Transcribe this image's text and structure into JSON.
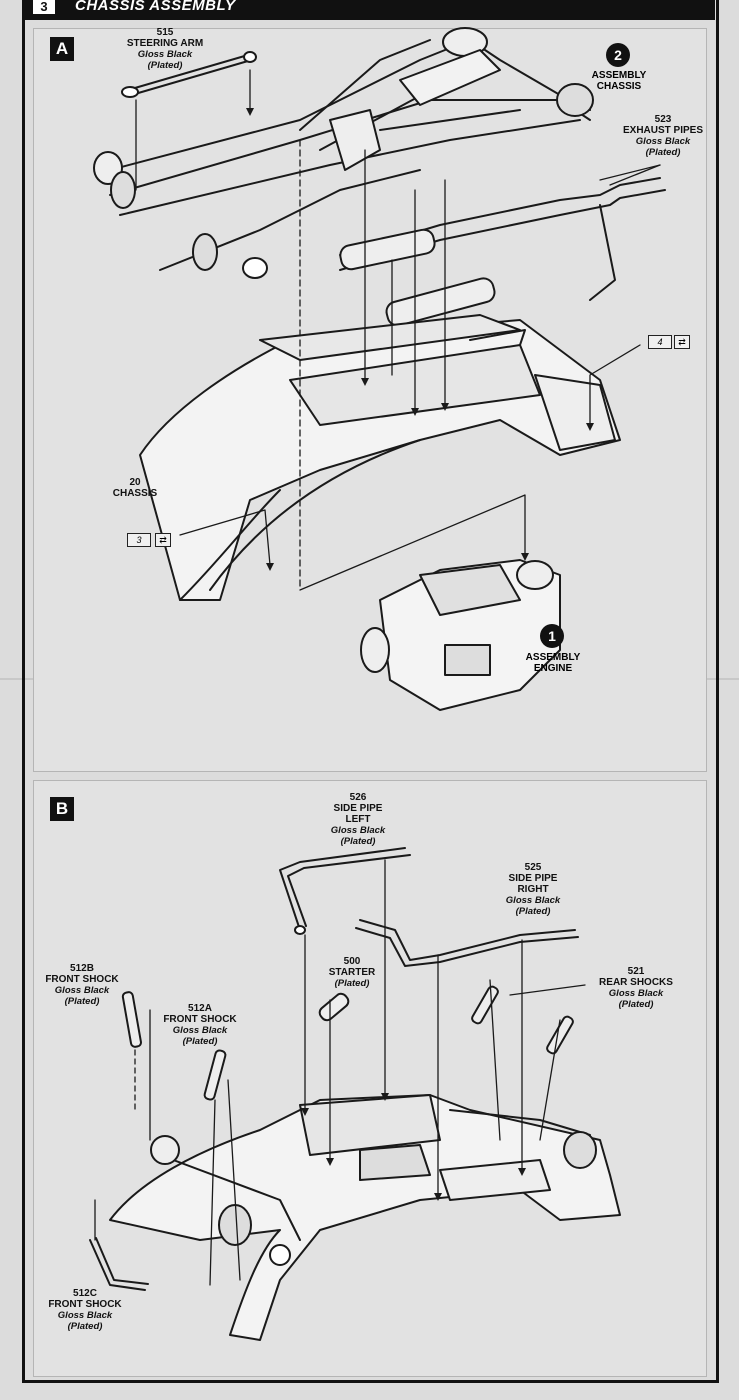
{
  "header": {
    "step": "3",
    "title": "CHASSIS ASSEMBLY"
  },
  "panel_a": {
    "letter": "A",
    "steering_arm": {
      "number": "515",
      "name": "STEERING ARM",
      "finish": "Gloss Black",
      "plating": "(Plated)"
    },
    "exhaust_pipes": {
      "number": "523",
      "name": "EXHAUST PIPES",
      "finish": "Gloss Black",
      "plating": "(Plated)"
    },
    "chassis": {
      "number": "20",
      "name": "CHASSIS"
    },
    "assembly_chassis": {
      "badge": "2",
      "line1": "ASSEMBLY",
      "line2": "CHASSIS"
    },
    "assembly_engine": {
      "badge": "1",
      "line1": "ASSEMBLY",
      "line2": "ENGINE"
    },
    "ref_left": "3",
    "ref_right": "4",
    "icons": [
      "flip-arrows-icon"
    ]
  },
  "panel_b": {
    "letter": "B",
    "side_pipe_left": {
      "number": "526",
      "name1": "SIDE PIPE",
      "name2": "LEFT",
      "finish": "Gloss Black",
      "plating": "(Plated)"
    },
    "side_pipe_right": {
      "number": "525",
      "name1": "SIDE PIPE",
      "name2": "RIGHT",
      "finish": "Gloss Black",
      "plating": "(Plated)"
    },
    "starter": {
      "number": "500",
      "name": "STARTER",
      "plating": "(Plated)"
    },
    "rear_shocks": {
      "number": "521",
      "name": "REAR SHOCKS",
      "finish": "Gloss Black",
      "plating": "(Plated)"
    },
    "front_shock_b": {
      "number": "512B",
      "name": "FRONT SHOCK",
      "finish": "Gloss Black",
      "plating": "(Plated)"
    },
    "front_shock_a": {
      "number": "512A",
      "name": "FRONT SHOCK",
      "finish": "Gloss Black",
      "plating": "(Plated)"
    },
    "front_shock_c": {
      "number": "512C",
      "name": "FRONT SHOCK",
      "finish": "Gloss Black",
      "plating": "(Plated)"
    }
  }
}
